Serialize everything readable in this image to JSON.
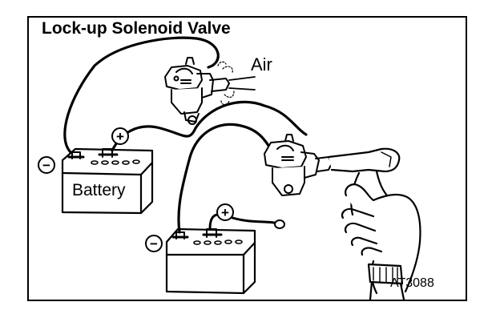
{
  "title": "Lock-up Solenoid Valve",
  "labels": {
    "air": "Air",
    "battery": "Battery",
    "figure_code": "AT3088"
  },
  "terminals": {
    "minus": "−",
    "plus": "+"
  }
}
